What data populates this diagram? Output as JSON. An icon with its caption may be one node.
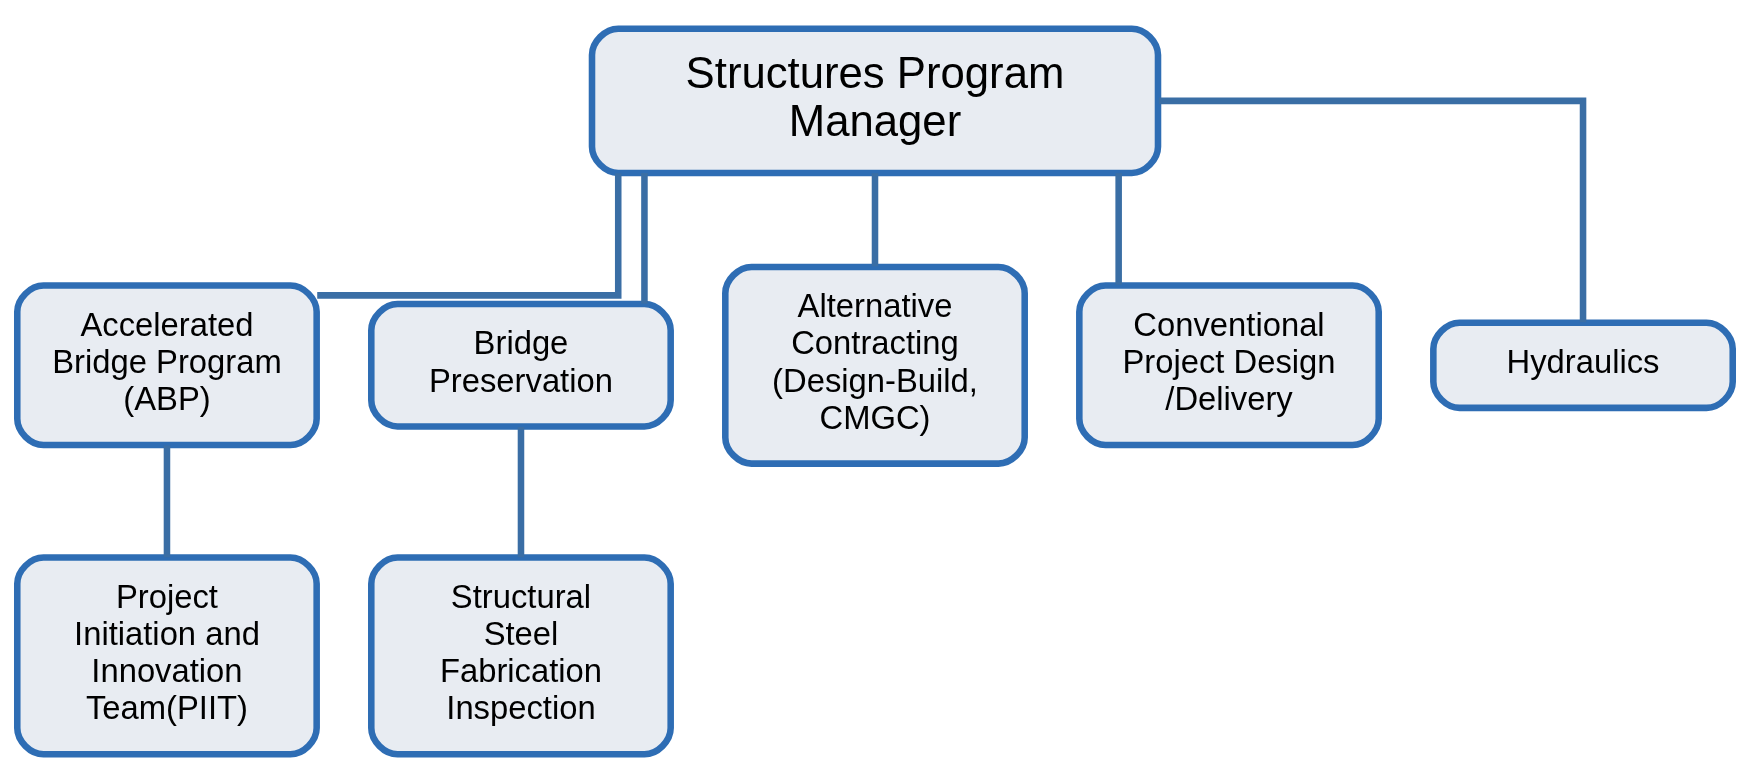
{
  "diagram": {
    "nodes": [
      {
        "text": [
          "Structures Program Manager"
        ]
      },
      {
        "text": [
          "Accelerated Bridge Program (ABP)"
        ]
      },
      {
        "text": [
          "Bridge Preservation"
        ]
      },
      {
        "text": [
          "Alternative Contracting (Design-Build, CMGC)"
        ]
      },
      {
        "text": [
          "Conventional Project Design/Delivery"
        ]
      },
      {
        "text": [
          "Hydraulics"
        ]
      },
      {
        "text": [
          "Project Initiation and Innovation Team(PIIT)"
        ]
      },
      {
        "text": [
          "Structural Steel Fabrication Inspection"
        ]
      }
    ],
    "edges": [
      {
        "from": 0,
        "to": 1,
        "arrow": "none"
      },
      {
        "from": 0,
        "to": 2,
        "arrow": "none"
      },
      {
        "from": 0,
        "to": 3,
        "arrow": "none"
      },
      {
        "from": 0,
        "to": 4,
        "arrow": "none"
      },
      {
        "from": 0,
        "to": 5,
        "arrow": "none"
      },
      {
        "from": 1,
        "to": 6,
        "arrow": "none"
      },
      {
        "from": 2,
        "to": 7,
        "arrow": "none"
      }
    ]
  }
}
